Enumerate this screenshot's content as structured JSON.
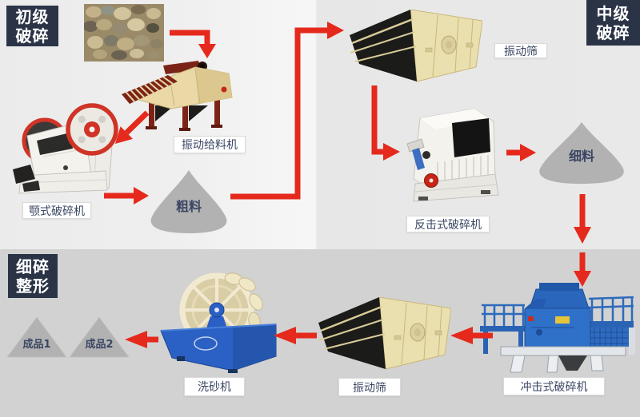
{
  "stages": {
    "primary": {
      "line1": "初级",
      "line2": "破碎"
    },
    "intermediate": {
      "line1": "中级",
      "line2": "破碎"
    },
    "fine_shaping": {
      "line1": "细碎",
      "line2": "整形"
    }
  },
  "labels": {
    "feeder": "振动给料机",
    "jaw_crusher": "颚式破碎机",
    "screen_top": "振动筛",
    "impact_crusher": "反击式破碎机",
    "vsi_crusher": "冲击式破碎机",
    "screen_bottom": "振动筛",
    "sand_washer": "洗砂机"
  },
  "materials": {
    "coarse": "粗料",
    "fine": "细料",
    "product1": "成品1",
    "product2": "成品2"
  },
  "flow_order": [
    "振动给料机",
    "颚式破碎机",
    "粗料",
    "振动筛",
    "反击式破碎机",
    "细料",
    "冲击式破碎机",
    "振动筛",
    "洗砂机",
    "成品2",
    "成品1"
  ],
  "colors": {
    "arrow": "#e5291c",
    "badge_bg": "#2b3447",
    "badge_text": "#ffffff",
    "label_text": "#3a4663",
    "pile_fill": "#b2b2b2",
    "bg_top": "#ebebeb",
    "bg_bottom": "#d2d2d2"
  }
}
